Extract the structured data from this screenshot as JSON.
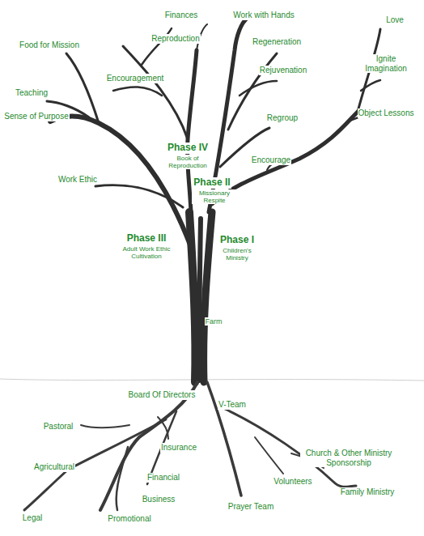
{
  "diagram": {
    "labels": [
      "Finances",
      "Work with Hands",
      "Love",
      "Reproduction",
      "Regeneration",
      "Food for Mission",
      "Ignite Imagination",
      "Rejuvenation",
      "Encouragement",
      "Teaching",
      "Object Lessons",
      "Sense of Purpose",
      "Regroup",
      "Phase IV",
      "Book of Reproduction",
      "Encourage",
      "Work Ethic",
      "Phase II",
      "Missionary Respite",
      "Phase III",
      "Adult Work Ethic Cultivation",
      "Phase I",
      "Children's Ministry",
      "Farm",
      "Board Of Directors",
      "V-Team",
      "Pastoral",
      "Insurance",
      "Church & Other Ministry Sponsorship",
      "Agricultural",
      "Financial",
      "Volunteers",
      "Business",
      "Family Ministry",
      "Prayer Team",
      "Legal",
      "Promotional"
    ]
  }
}
